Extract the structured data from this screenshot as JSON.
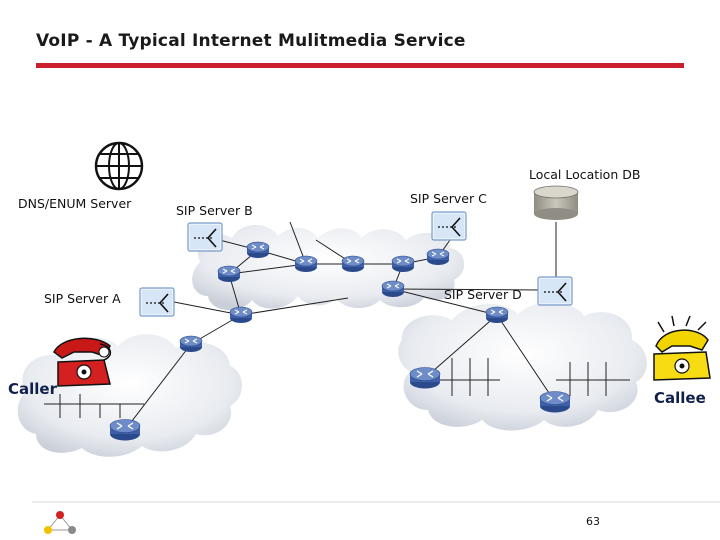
{
  "slide": {
    "title": "VoIP - A Typical Internet Mulitmedia Service",
    "page_number": "63"
  },
  "labels": {
    "dns_server": "DNS/ENUM Server",
    "sip_a": "SIP Server A",
    "sip_b": "SIP Server B",
    "sip_c": "SIP Server C",
    "sip_d": "SIP Server D",
    "local_db": "Local Location DB",
    "caller": "Caller",
    "callee": "Callee"
  },
  "colors": {
    "title_bar": "#cc1f2d",
    "router": "#3f60a8",
    "cloud": "#e6e9ee",
    "link": "#222222"
  },
  "icons": {
    "dns": "globe-icon",
    "sip": "sip-server-icon",
    "db": "database-icon",
    "caller": "red-telephone-icon",
    "callee": "yellow-telephone-icon",
    "logo": "triangle-logo-icon"
  }
}
